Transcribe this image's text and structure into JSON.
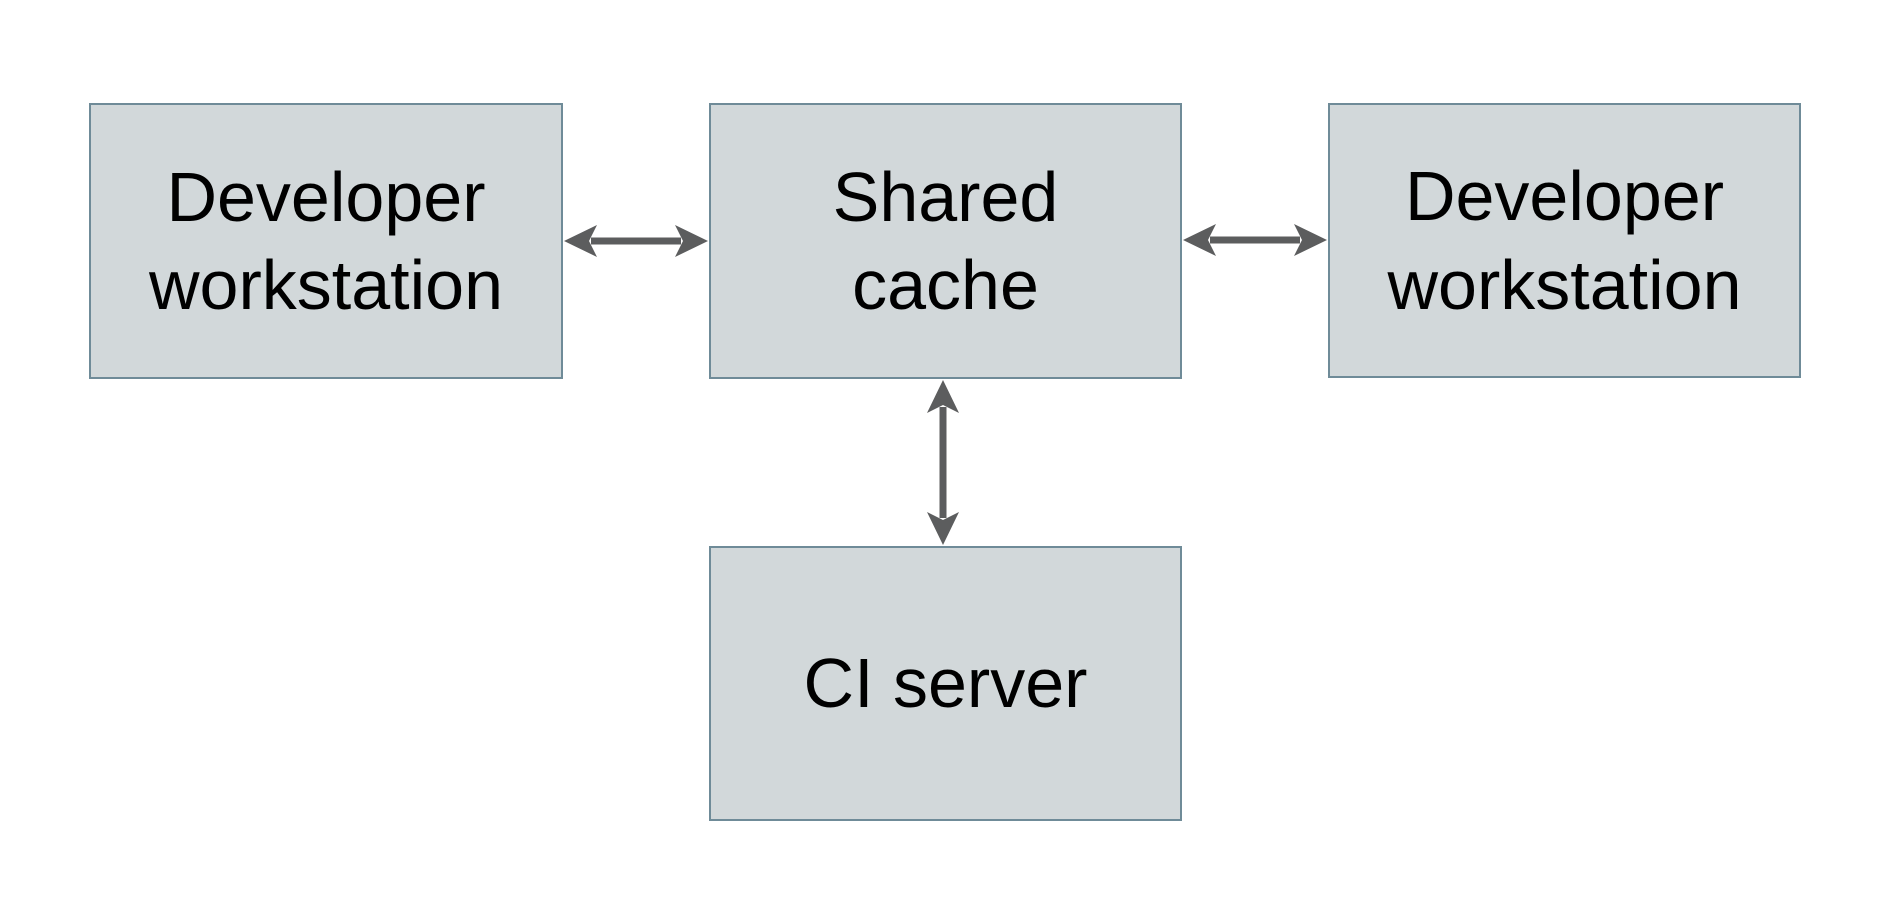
{
  "diagram": {
    "type": "architecture-diagram",
    "boxes": [
      {
        "id": "workstation-left",
        "label": "Developer\nworkstation"
      },
      {
        "id": "shared-cache",
        "label": "Shared\ncache"
      },
      {
        "id": "workstation-right",
        "label": "Developer\nworkstation"
      },
      {
        "id": "ci-server",
        "label": "CI server"
      }
    ],
    "connections": [
      {
        "from": "workstation-left",
        "to": "shared-cache",
        "direction": "bidirectional",
        "orientation": "horizontal"
      },
      {
        "from": "shared-cache",
        "to": "workstation-right",
        "direction": "bidirectional",
        "orientation": "horizontal"
      },
      {
        "from": "shared-cache",
        "to": "ci-server",
        "direction": "bidirectional",
        "orientation": "vertical"
      }
    ],
    "colors": {
      "background": "#ffffff",
      "box_fill": "#d2d8da",
      "box_border": "#6f8b98",
      "arrow": "#5c5d5e",
      "text": "#000000"
    }
  }
}
